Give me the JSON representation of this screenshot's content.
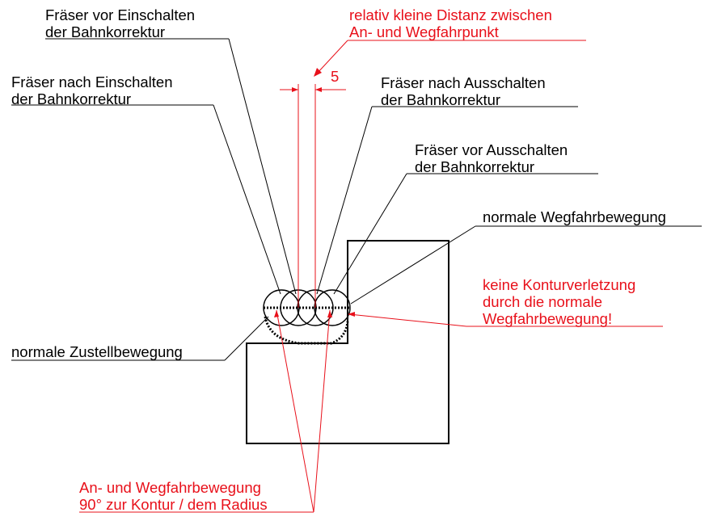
{
  "labels": {
    "before_on_1": "Fräser vor Einschalten",
    "before_on_2": "der Bahnkorrektur",
    "after_on_1": "Fräser nach Einschalten",
    "after_on_2": "der Bahnkorrektur",
    "after_off_1": "Fräser nach Ausschalten",
    "after_off_2": "der Bahnkorrektur",
    "before_off_1": "Fräser vor Ausschalten",
    "before_off_2": "der Bahnkorrektur",
    "normal_exit": "normale Wegfahrbewegung",
    "normal_feed": "normale Zustellbewegung",
    "small_dist_1": "relativ kleine Distanz zwischen",
    "small_dist_2": "An- und Wegfahrpunkt",
    "dim_value": "5",
    "no_violation_1": "keine Konturverletzung",
    "no_violation_2": "durch die normale",
    "no_violation_3": "Wegfahrbewegung!",
    "approach_1": "An- und Wegfahrbewegung",
    "approach_2": "90° zur Kontur / dem Radius"
  },
  "colors": {
    "annotation_black": "#000000",
    "annotation_red": "#e8101a"
  }
}
